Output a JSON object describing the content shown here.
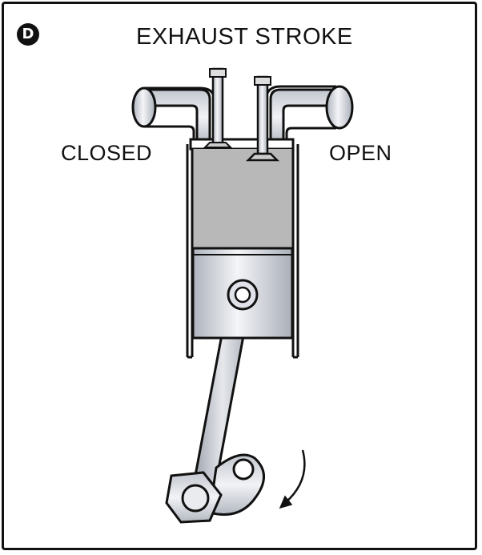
{
  "figure": {
    "badge": "D",
    "title": "EXHAUST STROKE",
    "left_label": "CLOSED",
    "right_label": "OPEN"
  },
  "colors": {
    "outline": "#111111",
    "piston_light": "#e7e9ee",
    "piston_dark": "#b7bcc6",
    "cylinder_gas": "#b8b8b8",
    "port": "#c9ccd3"
  },
  "icons": {
    "rotation_arrow": "curved-arrow-icon"
  }
}
